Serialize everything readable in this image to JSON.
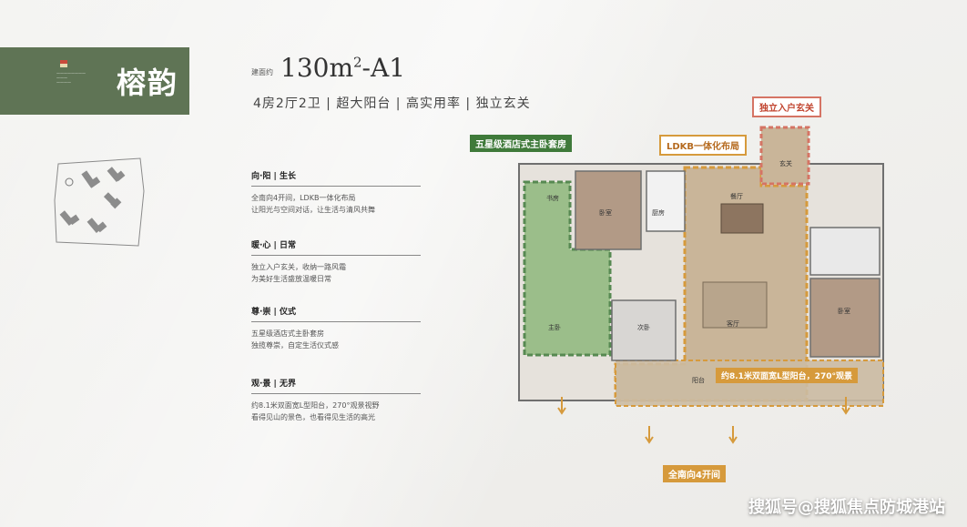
{
  "band": {
    "title": "榕韵",
    "small_lines": [
      "————————",
      "———",
      "————"
    ]
  },
  "header": {
    "area_small": "建面约",
    "area_main": "130m",
    "area_sup": "2",
    "area_suffix": "-A1",
    "subline": "4房2厅2卫 | 超大阳台 | 高实用率 | 独立玄关"
  },
  "sections": [
    {
      "head": "向·阳 | 生长",
      "lines": [
        "全南向4开间，LDKB一体化布局",
        "让阳光与空间对话，让生活与清风共舞"
      ]
    },
    {
      "head": "暖·心 | 日常",
      "lines": [
        "独立入户玄关，收纳一路风霜",
        "为美好生活盛放温暖日常"
      ]
    },
    {
      "head": "尊·崇 | 仪式",
      "lines": [
        "五星级酒店式主卧套房",
        "独揽尊崇，自定生活仪式感"
      ]
    },
    {
      "head": "观·景 | 无界",
      "lines": [
        "约8.1米双面宽L型阳台，270°观景视野",
        "看得见山的景色，也看得见生活的高光"
      ]
    }
  ],
  "plan": {
    "tags": {
      "master_suite": "五星级酒店式主卧套房",
      "ldkb": "LDKB一体化布局",
      "entrance": "独立入户玄关",
      "balcony": "约8.1米双面宽L型阳台，270°观景",
      "south": "全南向4开间"
    },
    "rooms": {
      "dining": "餐厅",
      "living": "客厅",
      "kitchen": "厨房",
      "master": "主卧",
      "bed2": "次卧",
      "bed3": "卧室",
      "bed4": "卧室",
      "study": "书房",
      "entry": "玄关",
      "balcony": "阳台"
    }
  },
  "watermark": "搜狐号@搜狐焦点防城港站",
  "colors": {
    "green": "#5f7455",
    "green_tag": "#3f7a3a",
    "orange": "#d69a3c",
    "red": "#d57464"
  }
}
